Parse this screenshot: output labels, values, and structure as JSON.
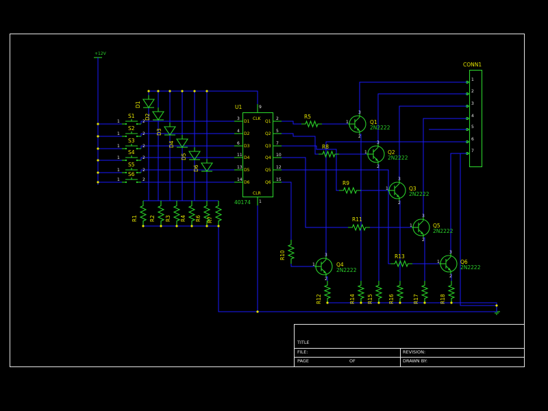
{
  "colors": {
    "background": "#000000",
    "wire": "#1a1aff",
    "component": "#2bd22b",
    "label": "#e5e500",
    "frame": "#e8e8e8"
  },
  "power_label": "+12V",
  "connector": {
    "ref": "CONN1",
    "pins": [
      "1",
      "2",
      "3",
      "4",
      "5",
      "6",
      "7"
    ]
  },
  "ic": {
    "ref": "U1",
    "value": "40174",
    "clk": {
      "name": "CLK",
      "pin": "9"
    },
    "clr": {
      "name": "CLR",
      "pin": "1"
    },
    "inputs": [
      {
        "name": "D1",
        "pin": "3"
      },
      {
        "name": "D2",
        "pin": "4"
      },
      {
        "name": "D3",
        "pin": "6"
      },
      {
        "name": "D4",
        "pin": "11"
      },
      {
        "name": "D5",
        "pin": "13"
      },
      {
        "name": "D6",
        "pin": "14"
      }
    ],
    "outputs": [
      {
        "name": "Q1",
        "pin": "2"
      },
      {
        "name": "Q2",
        "pin": "5"
      },
      {
        "name": "Q3",
        "pin": "7"
      },
      {
        "name": "Q4",
        "pin": "10"
      },
      {
        "name": "Q5",
        "pin": "12"
      },
      {
        "name": "Q6",
        "pin": "15"
      }
    ]
  },
  "switches": [
    "S1",
    "S2",
    "S3",
    "S4",
    "S5",
    "S6"
  ],
  "switch_pins": [
    "1",
    "2"
  ],
  "diodes": [
    "D1",
    "D2",
    "D3",
    "D4",
    "D5",
    "D6"
  ],
  "pulldown_resistors": [
    "R1",
    "R2",
    "R3",
    "R4",
    "R6",
    "R7"
  ],
  "base_resistors": [
    "R5",
    "R8",
    "R9",
    "R11",
    "R10",
    "R13"
  ],
  "emitter_resistors": [
    "R12",
    "R14",
    "R15",
    "R16",
    "R17",
    "R18"
  ],
  "transistors": [
    {
      "ref": "Q1",
      "value": "2N2222"
    },
    {
      "ref": "Q2",
      "value": "2N2222"
    },
    {
      "ref": "Q3",
      "value": "2N2222"
    },
    {
      "ref": "Q5",
      "value": "2N2222"
    },
    {
      "ref": "Q4",
      "value": "2N2222"
    },
    {
      "ref": "Q6",
      "value": "2N2222"
    }
  ],
  "transistor_pins": [
    "1",
    "2",
    "3"
  ],
  "title_block": {
    "title": "TITLE",
    "file": "FILE:",
    "revision": "REVISION:",
    "page": "PAGE",
    "of": "OF",
    "drawn_by": "DRAWN BY:"
  }
}
